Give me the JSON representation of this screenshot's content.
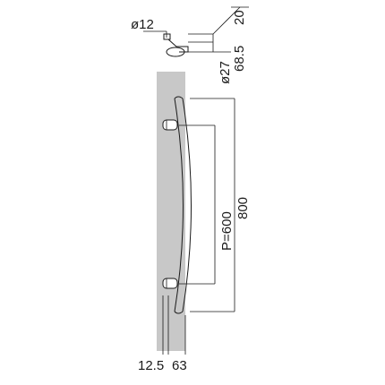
{
  "colors": {
    "ink": "#1a1a1a",
    "door_panel": "#c8c8c8",
    "background": "#ffffff"
  },
  "dimensions": {
    "rod_diameter": "ø12",
    "projection_top": "20",
    "projection_total": "68.5",
    "base_diameter": "ø27",
    "pitch": "P=600",
    "overall_length": "800",
    "offset_small": "12.5",
    "offset_large": "63"
  }
}
